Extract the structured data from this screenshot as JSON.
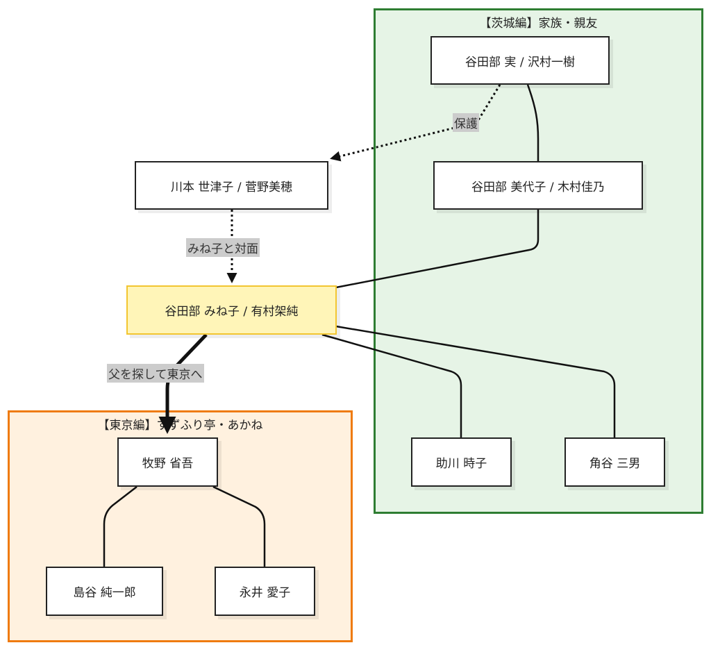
{
  "groups": {
    "ibaraki": {
      "title": "【茨城編】家族・親友",
      "border_color": "#2e7d32",
      "fill_color": "#e6f4e6"
    },
    "tokyo": {
      "title": "【東京編】すずふり亭・あかね",
      "border_color": "#ef7b10",
      "fill_color": "#fff1df"
    }
  },
  "nodes": {
    "minoru": "谷田部 実 / 沢村一樹",
    "miyoko": "谷田部 美代子 / 木村佳乃",
    "setsuko": "川本 世津子 / 菅野美穂",
    "mineko": "谷田部 みね子 / 有村架純",
    "tokiko": "助川 時子",
    "mitsuo": "角谷 三男",
    "makino": "牧野 省吾",
    "shimaya": "島谷 純一郎",
    "nagai": "永井 愛子"
  },
  "edge_labels": {
    "protect": "保護",
    "meet": "みね子と対面",
    "search": "父を探して東京へ"
  },
  "colors": {
    "highlight_fill": "#fff5b8",
    "highlight_border": "#f2c530",
    "edge_label_bg": "#cccccc"
  }
}
